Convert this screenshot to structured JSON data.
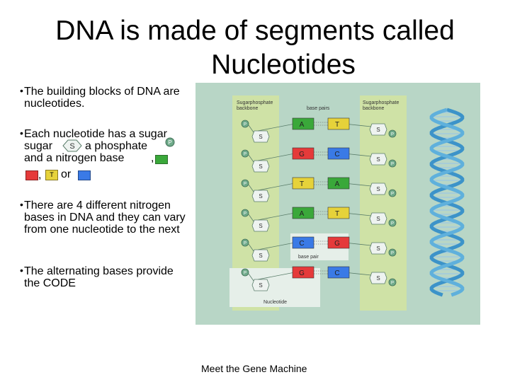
{
  "slide": {
    "title_line1": "DNA is made of segments called",
    "title_line2": "Nucleotides",
    "bullet_marker": "•",
    "bullets": [
      "The building blocks of DNA are nucleotides.",
      "Each nucleotide has a sugar",
      "There are 4 different nitrogen bases in DNA and they can vary from one nucleotide to the next",
      "The alternating bases provide the CODE"
    ],
    "bullet2_parts": {
      "sugar_text": "sugar",
      "sugar_symbol": "S",
      "phosphate_text": "a phosphate",
      "phosphate_symbol": "P",
      "base_text": "and a nitrogen base",
      "comma1": ",",
      "comma2": ",",
      "or_text": "or",
      "t_symbol": "T"
    },
    "caption": "Meet the Gene Machine"
  },
  "figure": {
    "left_backbone_label_1": "Sugarphosphate",
    "left_backbone_label_2": "backbone",
    "base_pairs_label": "base pairs",
    "right_backbone_label_1": "Sugarphosphate",
    "right_backbone_label_2": "backbone",
    "phosphate_symbol": "P",
    "sugar_symbol": "S",
    "pairs": [
      {
        "left": "A",
        "right": "T",
        "left_color": "#3aa83a",
        "right_color": "#e6d23a"
      },
      {
        "left": "G",
        "right": "C",
        "left_color": "#e53a3a",
        "right_color": "#3a7ae6"
      },
      {
        "left": "T",
        "right": "A",
        "left_color": "#e6d23a",
        "right_color": "#3aa83a"
      },
      {
        "left": "A",
        "right": "T",
        "left_color": "#3aa83a",
        "right_color": "#e6d23a"
      },
      {
        "left": "C",
        "right": "G",
        "left_color": "#3a7ae6",
        "right_color": "#e53a3a"
      },
      {
        "left": "G",
        "right": "C",
        "left_color": "#e53a3a",
        "right_color": "#3a7ae6"
      }
    ],
    "base_pair_box_label": "base pair",
    "nucleotide_label": "Nucleotide",
    "colors": {
      "background": "#b8d6c6",
      "backbone": "#cfe2a6",
      "sugar_fill": "#eef3f0",
      "phosphate_fill": "#6faa8a",
      "helix": "#3c93c9"
    }
  }
}
